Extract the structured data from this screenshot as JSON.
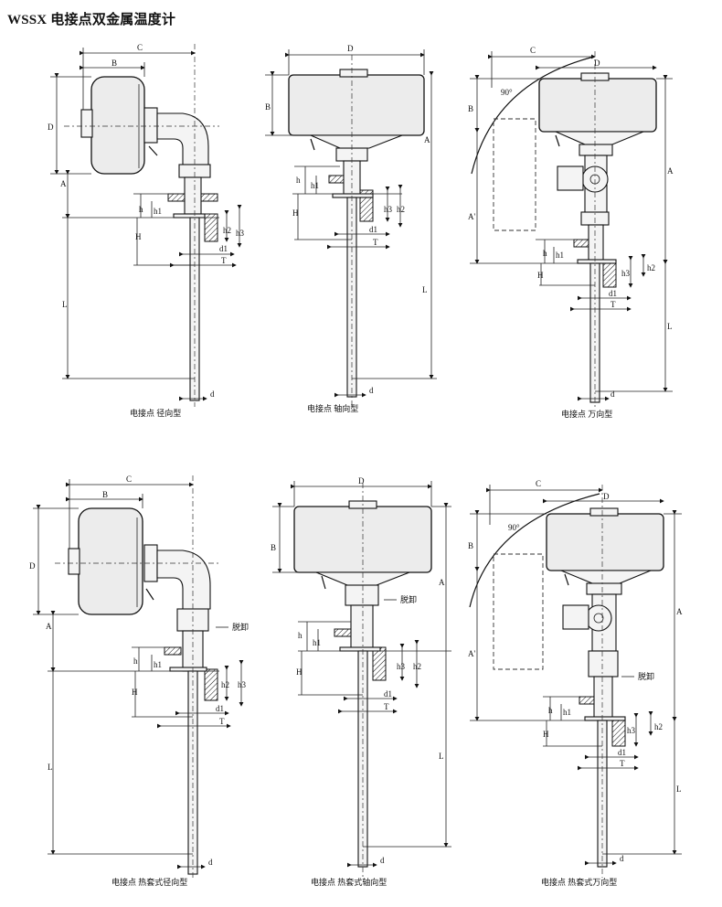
{
  "title": "WSSX 电接点双金属温度计",
  "dimension_labels": {
    "A": "A",
    "A_prime": "A'",
    "B": "B",
    "C": "C",
    "D": "D",
    "H": "H",
    "h": "h",
    "h1": "h1",
    "h2": "h2",
    "h3": "h3",
    "L": "L",
    "T": "T",
    "d": "d",
    "d1": "d1",
    "angle": "90°",
    "detach": "脱卸"
  },
  "diagrams": [
    {
      "id": "radial",
      "caption": "电接点 径向型"
    },
    {
      "id": "axial",
      "caption": "电接点 轴向型"
    },
    {
      "id": "universal",
      "caption": "电接点 万向型"
    },
    {
      "id": "sleeve-radial",
      "caption": "电接点 热套式径向型"
    },
    {
      "id": "sleeve-axial",
      "caption": "电接点 热套式轴向型"
    },
    {
      "id": "sleeve-universal",
      "caption": "电接点 热套式万向型"
    }
  ]
}
